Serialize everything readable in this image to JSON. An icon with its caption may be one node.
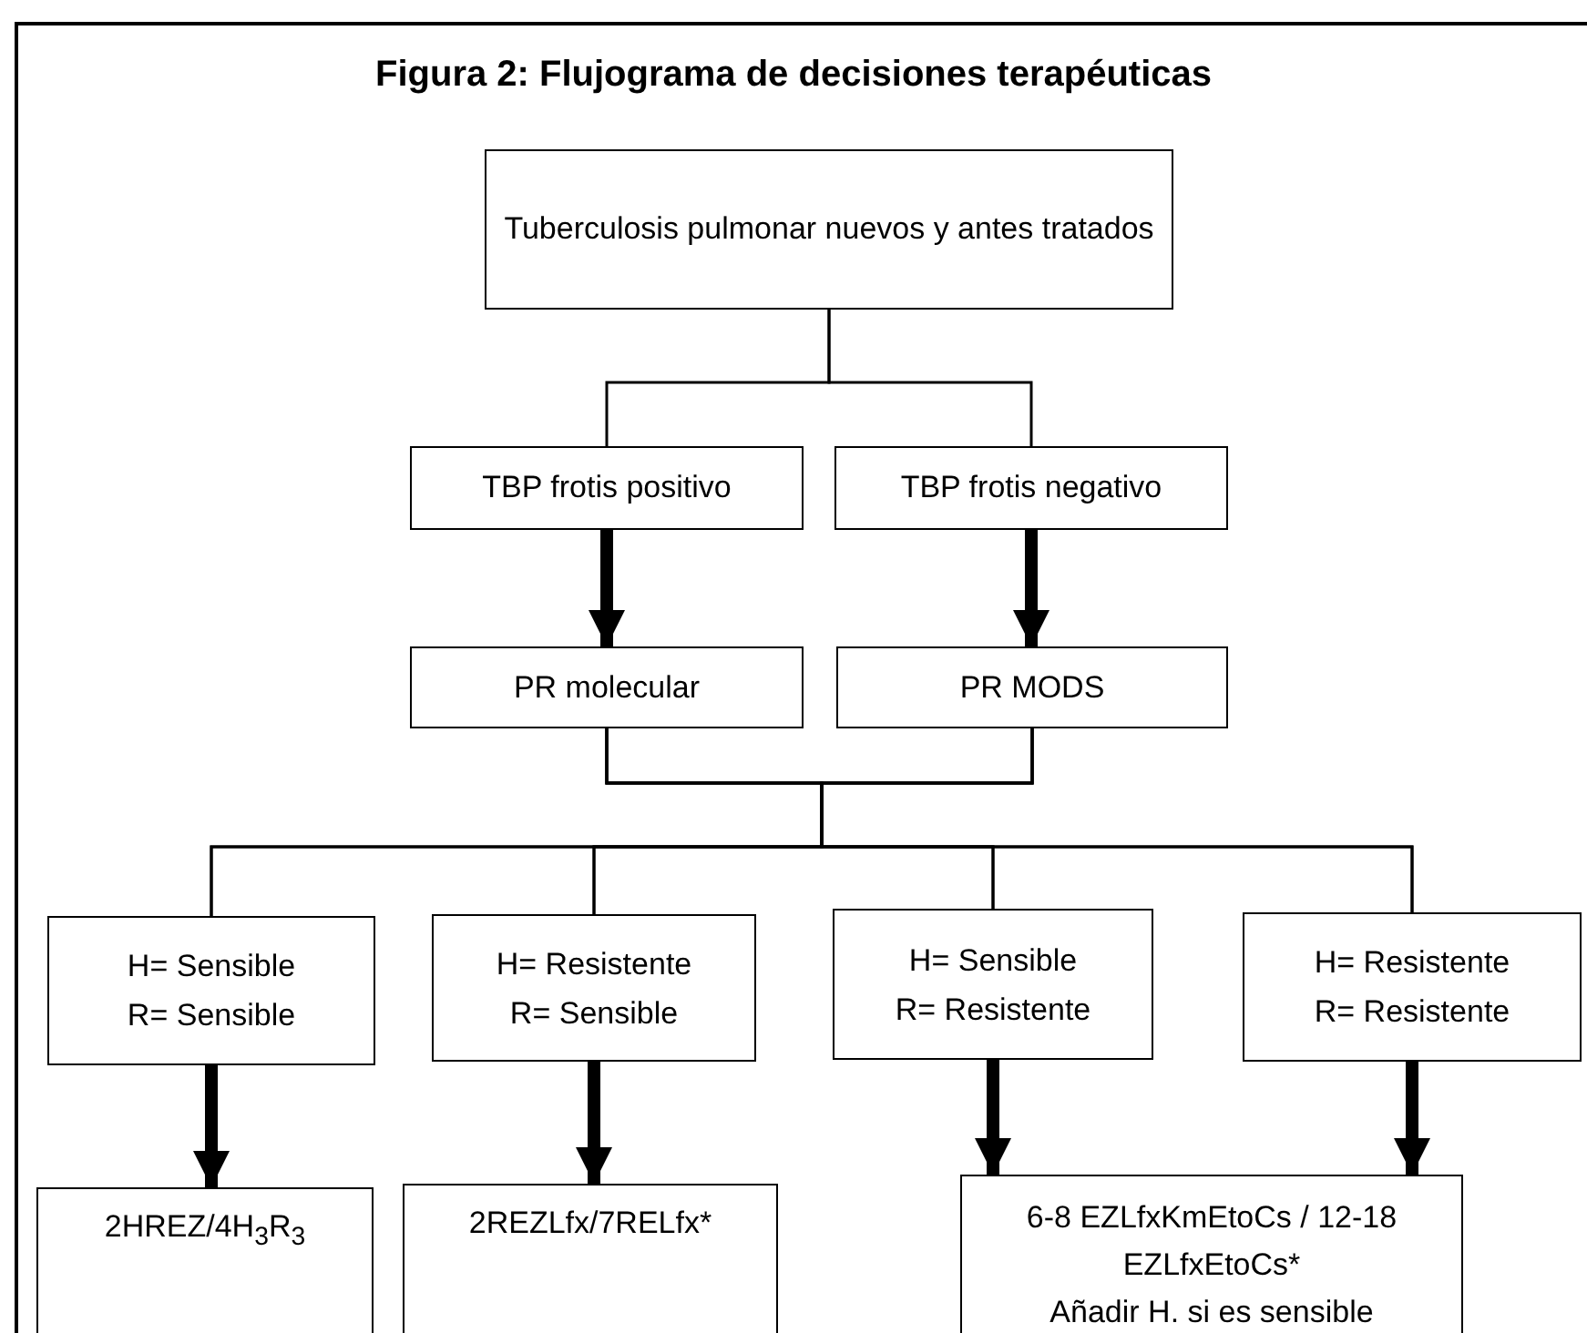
{
  "diagram": {
    "title": "Figura 2: Flujograma de decisiones terapéuticas",
    "nodes": [
      {
        "text": [
          "Tuberculosis pulmonar nuevos y antes tratados"
        ]
      },
      {
        "text": [
          "TBP frotis positivo"
        ]
      },
      {
        "text": [
          "TBP frotis negativo"
        ]
      },
      {
        "text": [
          "PR molecular"
        ]
      },
      {
        "text": [
          "PR MODS"
        ]
      },
      {
        "text": [
          "H= Sensible",
          "R= Sensible"
        ]
      },
      {
        "text": [
          "H= Resistente",
          "R= Sensible"
        ]
      },
      {
        "text": [
          "H= Sensible",
          "R= Resistente"
        ]
      },
      {
        "text": [
          "H= Resistente",
          "R= Resistente"
        ]
      },
      {
        "text": [
          "2HREZ/4H$_{3}$R$_{3}$"
        ]
      },
      {
        "text": [
          "2REZLfx/7RELfx*"
        ]
      },
      {
        "text": [
          "6-8 EZLfxKmEtoCs / 12-18 EZLfxEtoCs*",
          "Añadir H. si es sensible"
        ]
      }
    ],
    "edges": [
      {
        "from": 0,
        "to": 1,
        "arrow": "none"
      },
      {
        "from": 0,
        "to": 2,
        "arrow": "none"
      },
      {
        "from": 1,
        "to": 3,
        "arrow": "to",
        "style": "thick"
      },
      {
        "from": 2,
        "to": 4,
        "arrow": "to",
        "style": "thick"
      },
      {
        "from": 3,
        "to": 5,
        "arrow": "none"
      },
      {
        "from": 3,
        "to": 6,
        "arrow": "none"
      },
      {
        "from": 3,
        "to": 7,
        "arrow": "none"
      },
      {
        "from": 3,
        "to": 8,
        "arrow": "none"
      },
      {
        "from": 4,
        "to": 5,
        "arrow": "none"
      },
      {
        "from": 4,
        "to": 6,
        "arrow": "none"
      },
      {
        "from": 4,
        "to": 7,
        "arrow": "none"
      },
      {
        "from": 4,
        "to": 8,
        "arrow": "none"
      },
      {
        "from": 5,
        "to": 9,
        "arrow": "to",
        "style": "thick"
      },
      {
        "from": 6,
        "to": 10,
        "arrow": "to",
        "style": "thick"
      },
      {
        "from": 7,
        "to": 11,
        "arrow": "to",
        "style": "thick"
      },
      {
        "from": 8,
        "to": 11,
        "arrow": "to",
        "style": "thick"
      }
    ]
  }
}
